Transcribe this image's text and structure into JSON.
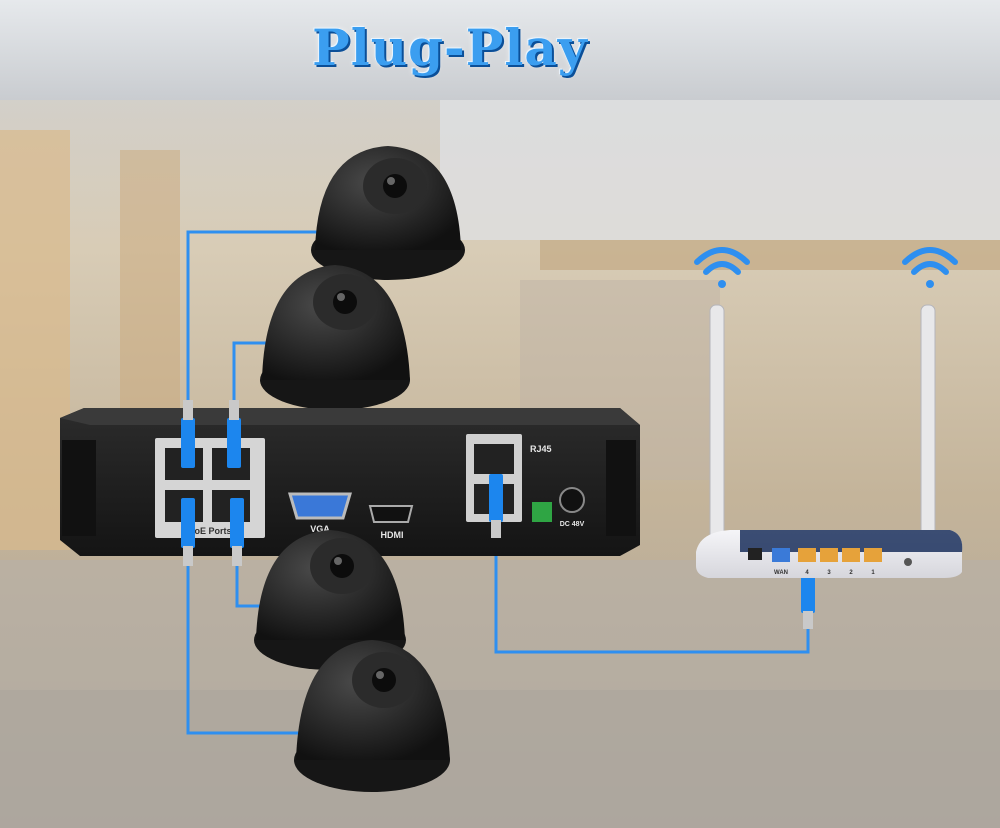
{
  "title": "Plug-Play",
  "nvr": {
    "poe_ports_label": "PoE Ports",
    "vga_label": "VGA",
    "hdmi_label": "HDMI",
    "rj45_label": "RJ45",
    "dc_label": "DC 48V"
  },
  "router": {
    "wan_label": "WAN",
    "lan_port_labels": [
      "4",
      "3",
      "2",
      "1"
    ]
  },
  "colors": {
    "cable": "#2e8ff0",
    "connector": "#1c86ee",
    "nvr_body": "#1f1f1f",
    "router_body": "#e9e9ee",
    "title": "#3b9ef0"
  },
  "icons": [
    "dome-camera-icon",
    "wifi-icon",
    "rj45-connector-icon",
    "antenna-icon"
  ]
}
